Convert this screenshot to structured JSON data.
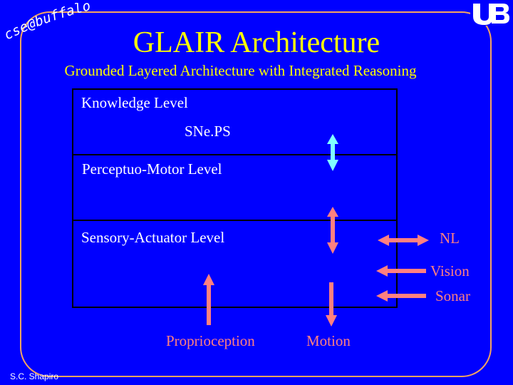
{
  "logo": {
    "text": "cse@buffalo"
  },
  "title": "GLAIR Architecture",
  "subtitle": "Grounded Layered Architecture with Integrated Reasoning",
  "levels": {
    "knowledge": "Knowledge Level",
    "sneps": "SNe.PS",
    "perceptuo_motor": "Perceptuo-Motor Level",
    "sensory_actuator": "Sensory-Actuator Level"
  },
  "side_labels": {
    "nl": "NL",
    "vision": "Vision",
    "sonar": "Sonar",
    "proprioception": "Proprioception",
    "motion": "Motion"
  },
  "footer": "S.C. Shapiro",
  "colors": {
    "background": "#0000ff",
    "title": "#ffff00",
    "frame": "#f4a460",
    "arrow_salmon": "#ff8080",
    "arrow_cyan": "#80ffff",
    "text_white": "#ffffff"
  }
}
